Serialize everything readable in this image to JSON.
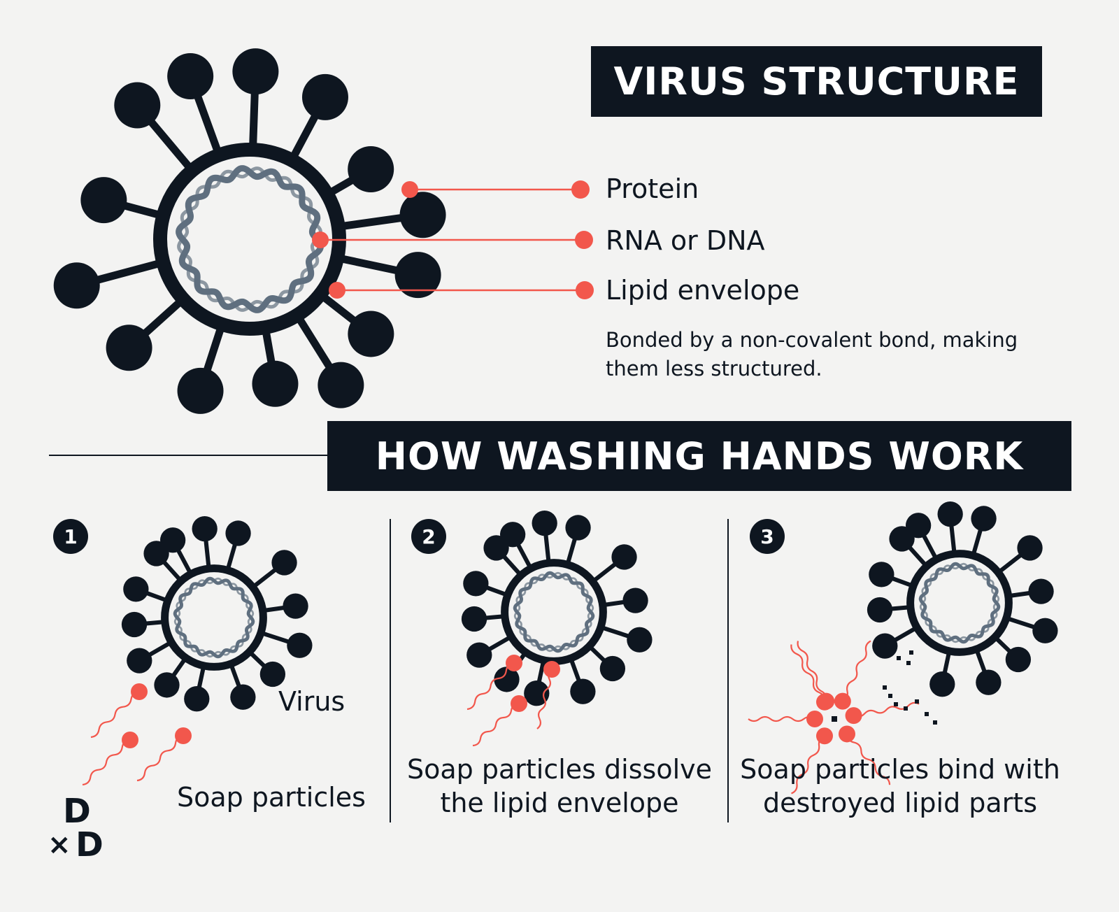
{
  "header": {
    "virus_title": "VIRUS STRUCTURE"
  },
  "structure": {
    "labels": {
      "protein": "Protein",
      "rna": "RNA or DNA",
      "lipid": "Lipid envelope"
    },
    "note": "Bonded by a non-covalent bond, making them less structured."
  },
  "section": {
    "wash_title": "HOW WASHING HANDS WORK"
  },
  "steps": [
    {
      "number": "1",
      "virus_label": "Virus",
      "caption": "Soap particles"
    },
    {
      "number": "2",
      "caption_line1": "Soap particles dissolve",
      "caption_line2": "the lipid envelope"
    },
    {
      "number": "3",
      "caption_line1": "Soap particles bind with",
      "caption_line2": "destroyed lipid parts"
    }
  ],
  "logo": {
    "top": "D",
    "bottom": "D",
    "mark": "×"
  },
  "colors": {
    "dark": "#0e1620",
    "accent": "#f2574c",
    "rna": "#5f6f7f",
    "background": "#f3f3f2"
  }
}
